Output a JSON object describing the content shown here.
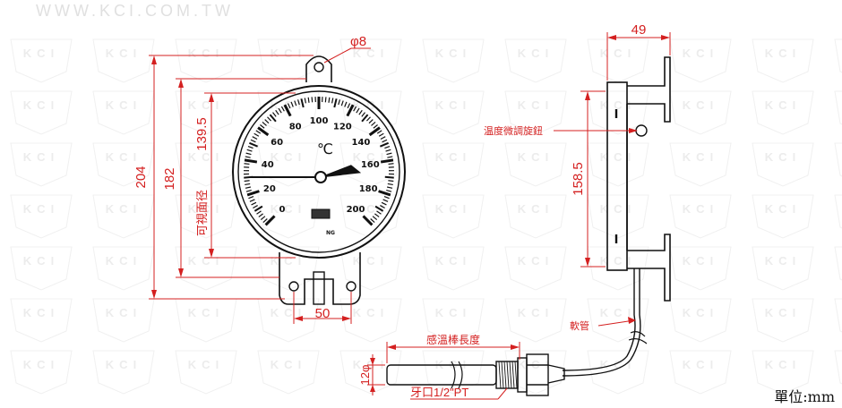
{
  "watermark": {
    "site": "WWW.KCI.COM.TW",
    "logo_text": "KCI"
  },
  "gauge": {
    "unit_symbol": "℃",
    "maker_mark": "NG",
    "scale_labels": [
      "0",
      "20",
      "40",
      "60",
      "80",
      "100",
      "120",
      "140",
      "160",
      "180",
      "200"
    ],
    "needle_value": 30,
    "scale_min": 0,
    "scale_max": 200
  },
  "dimensions": {
    "hole_dia": "φ8",
    "overall_height": "204",
    "case_height": "182",
    "visible_dia_value": "139.5",
    "visible_dia_label": "可視面径",
    "mount_spacing": "50",
    "depth": "49",
    "bracket_height": "158.5",
    "sensor_dia": "12φ",
    "thread": "牙口1/2\"PT"
  },
  "labels": {
    "adjust_knob": "温度微調旋鈕",
    "capillary": "軟管",
    "sensor_length": "感溫棒長度",
    "units": "單位:mm"
  },
  "colors": {
    "dimension": "#d42020",
    "outline": "#111111",
    "watermark": "#e0e0e0"
  }
}
